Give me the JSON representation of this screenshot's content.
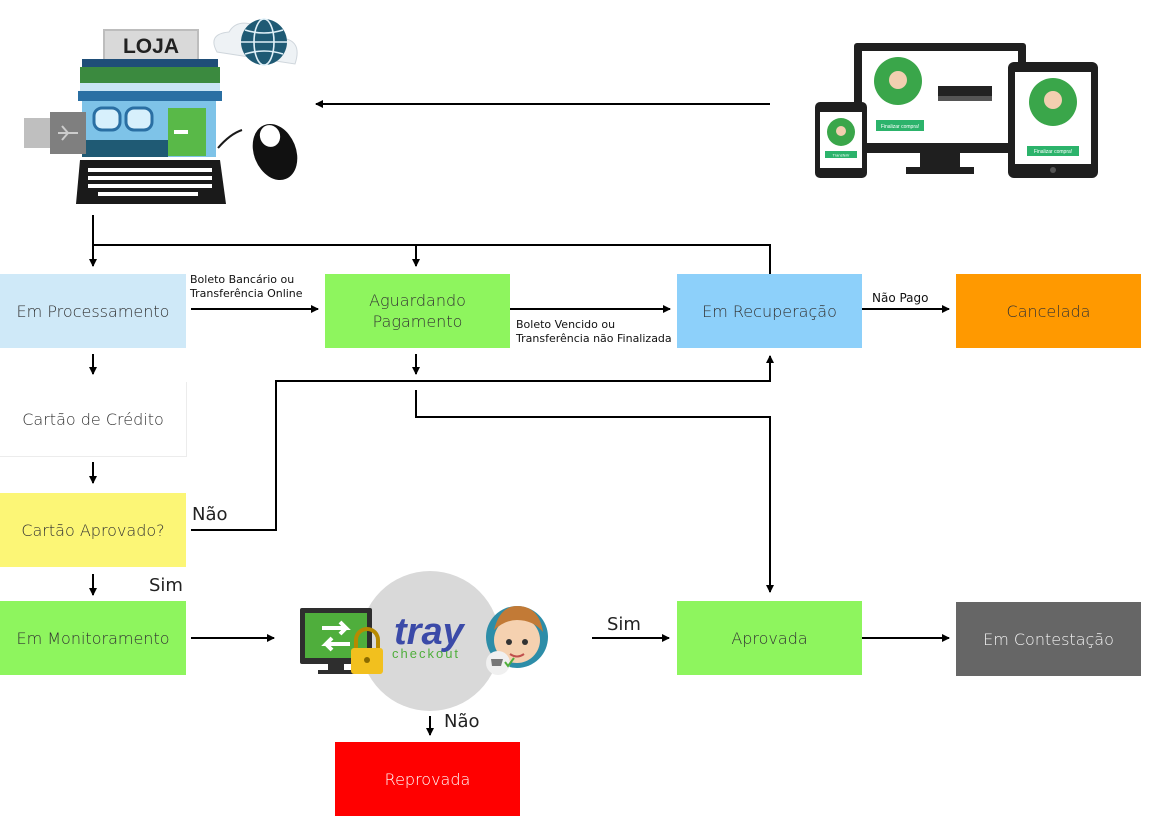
{
  "store": {
    "sign": "LOJA"
  },
  "devices": {
    "cta_small": "Transferir",
    "cta_medium": "Finalizar compra!",
    "cta_large": "Finalizar compra!"
  },
  "logo": {
    "brand": "tray",
    "sub": "checkout"
  },
  "nodes": {
    "processing": "Em Processamento",
    "awaiting_payment_1": "Aguardando",
    "awaiting_payment_2": "Pagamento",
    "recovery": "Em Recuperação",
    "cancelled": "Cancelada",
    "credit_card": "Cartão de Crédito",
    "card_approved": "Cartão Aprovado?",
    "monitoring": "Em Monitoramento",
    "approved": "Aprovada",
    "dispute": "Em Contestação",
    "rejected": "Reprovada"
  },
  "edges": {
    "boleto_line1": "Boleto Bancário ou",
    "boleto_line2": "Transferência Online",
    "expired_line1": "Boleto Vencido ou",
    "expired_line2": "Transferência não Finalizada",
    "not_paid": "Não Pago",
    "no_card": "Não",
    "yes_card": "Sim",
    "yes_monitor": "Sim",
    "no_monitor": "Não"
  },
  "colors": {
    "light_blue": "#cfe9f8",
    "green": "#8ef55e",
    "blue": "#8dd0fa",
    "orange": "#ff9900",
    "yellow": "#fcf676",
    "gray": "#666666",
    "red": "#ff0000"
  }
}
